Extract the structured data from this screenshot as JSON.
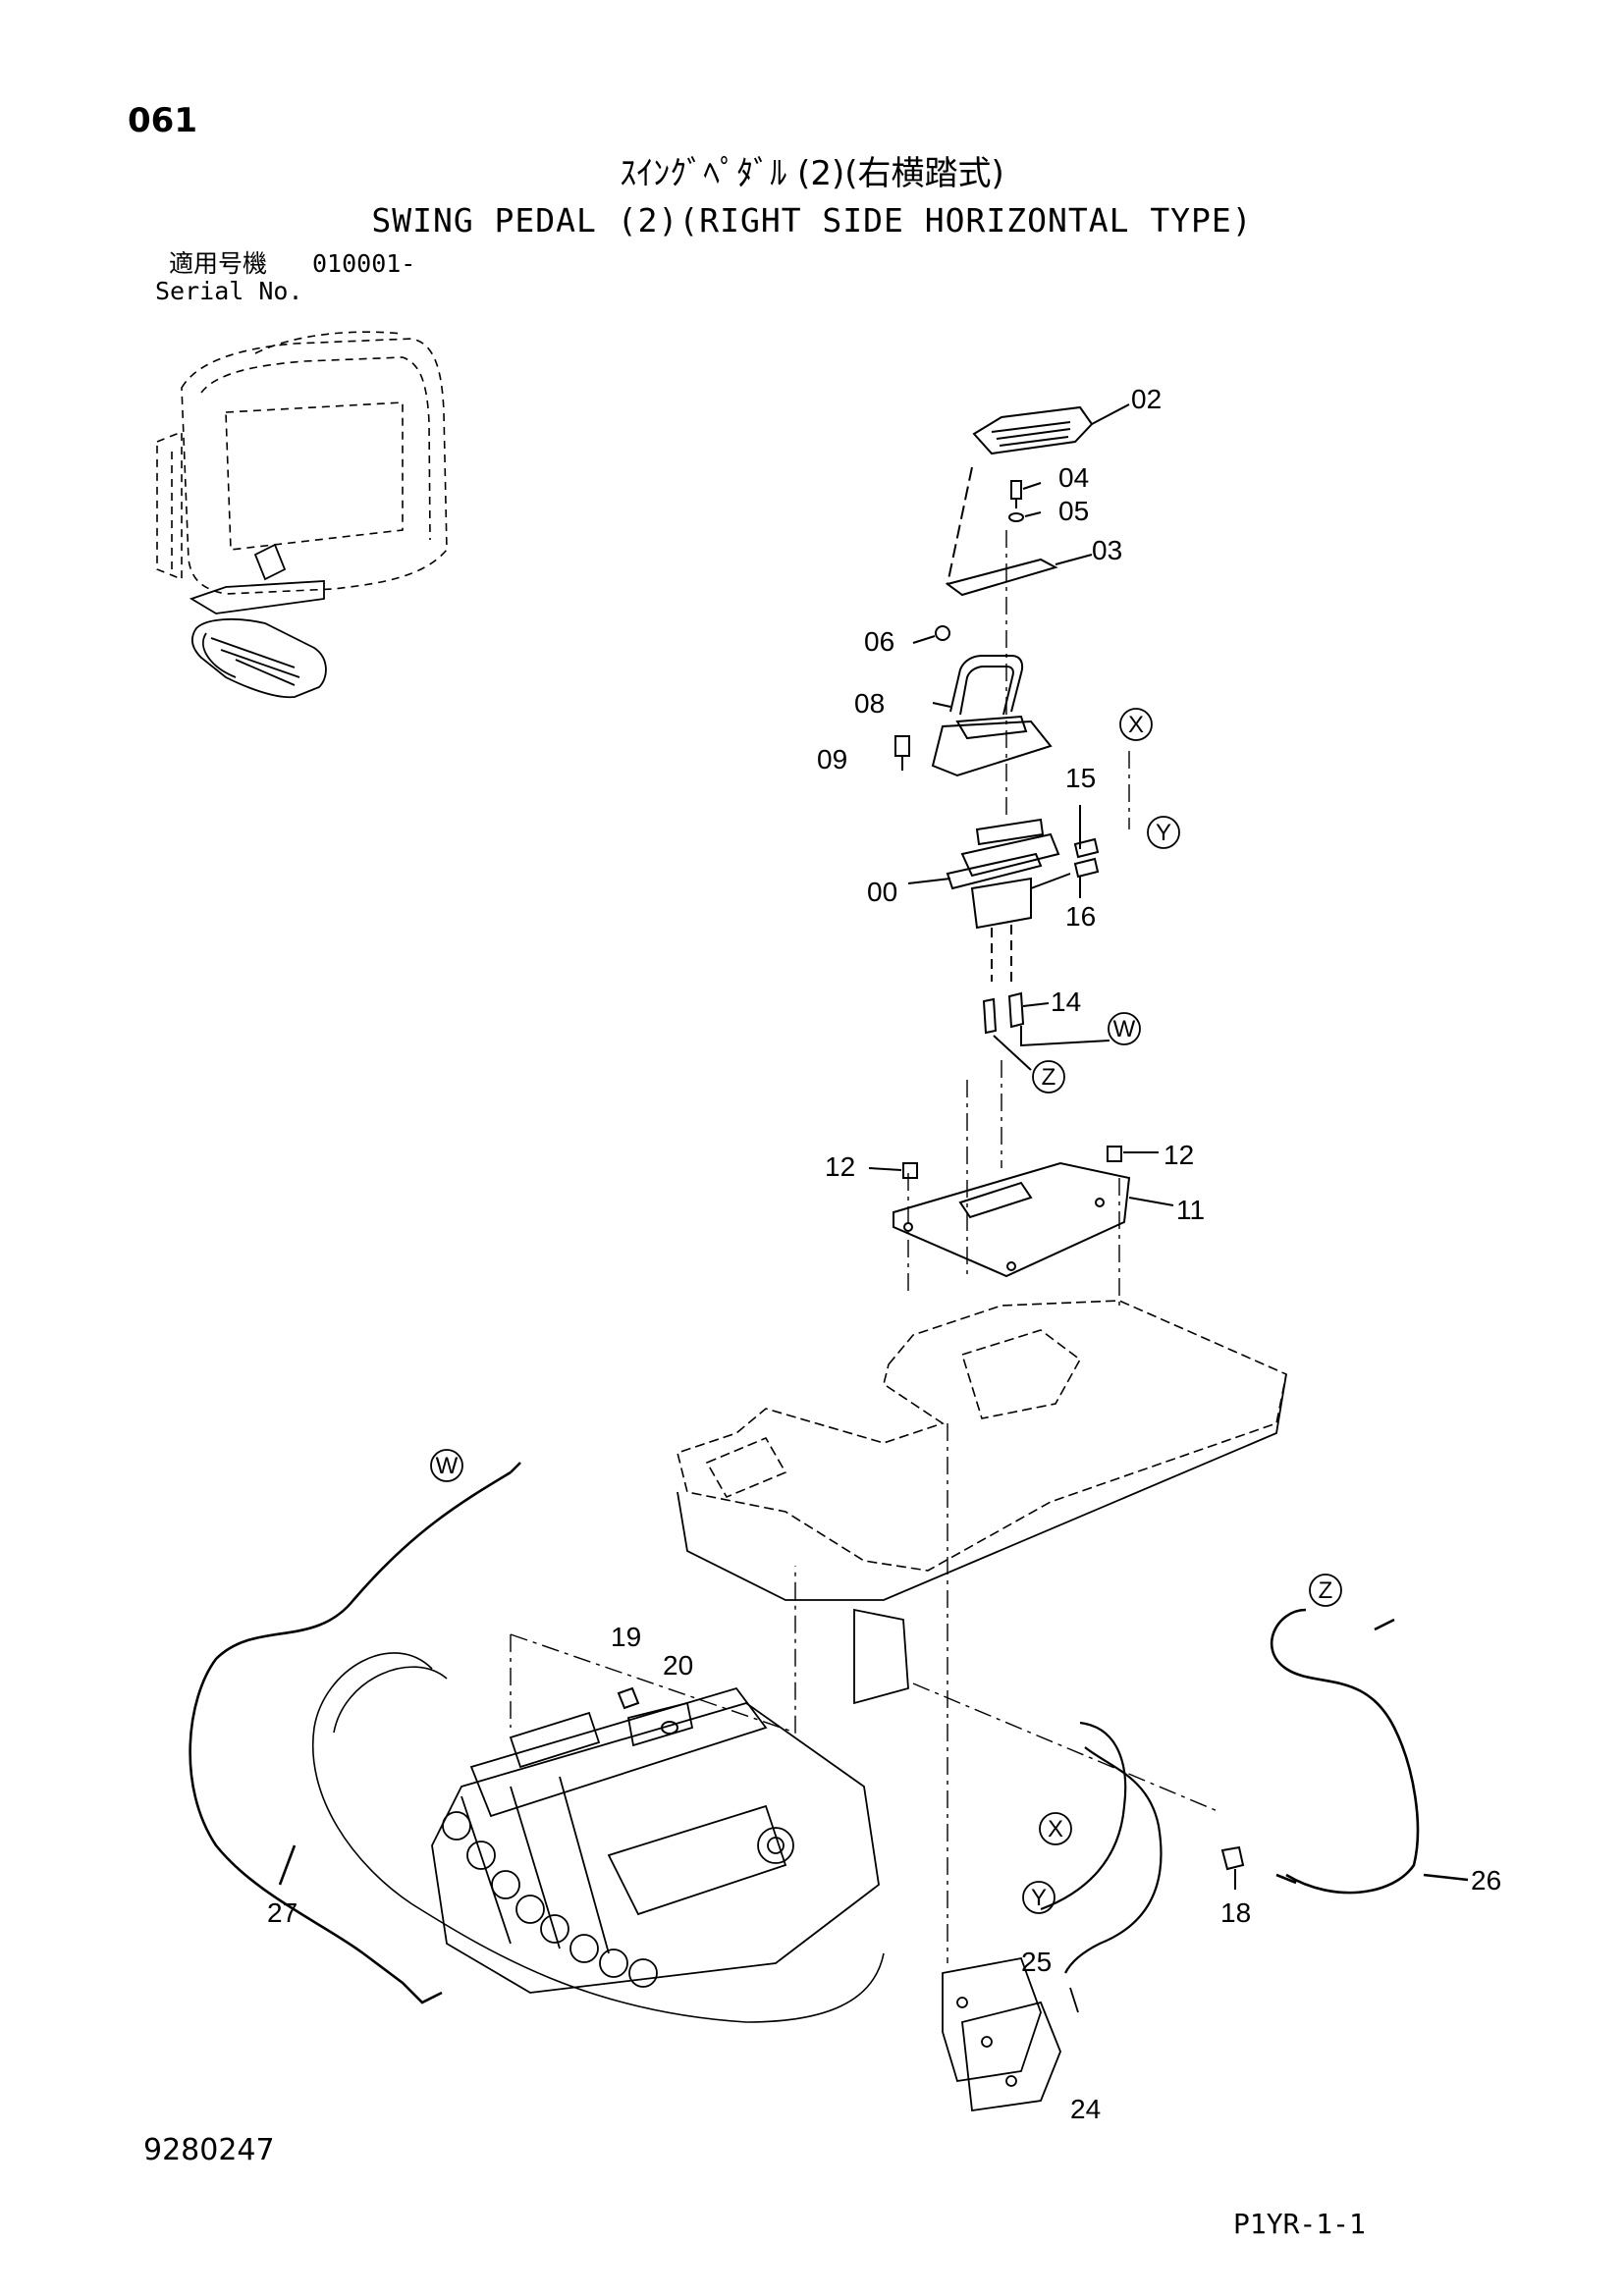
{
  "header": {
    "page_number": "061",
    "title_jp": "ｽｲﾝｸﾞﾍﾟﾀﾞﾙ (2)(右横踏式)",
    "title_en": "SWING PEDAL (2)(RIGHT SIDE HORIZONTAL TYPE)",
    "serial_label_jp": "適用号機",
    "serial_value": "010001-",
    "serial_label_en": "Serial No."
  },
  "footer": {
    "drawing_number": "9280247",
    "page_code": "P1YR-1-1"
  },
  "part_callouts": [
    "00",
    "02",
    "03",
    "04",
    "05",
    "06",
    "08",
    "09",
    "11",
    "12",
    "12",
    "14",
    "15",
    "16",
    "18",
    "19",
    "20",
    "24",
    "25",
    "26",
    "27"
  ],
  "reference_markers": [
    "X",
    "Y",
    "W",
    "Z",
    "W",
    "Z",
    "X",
    "Y"
  ]
}
